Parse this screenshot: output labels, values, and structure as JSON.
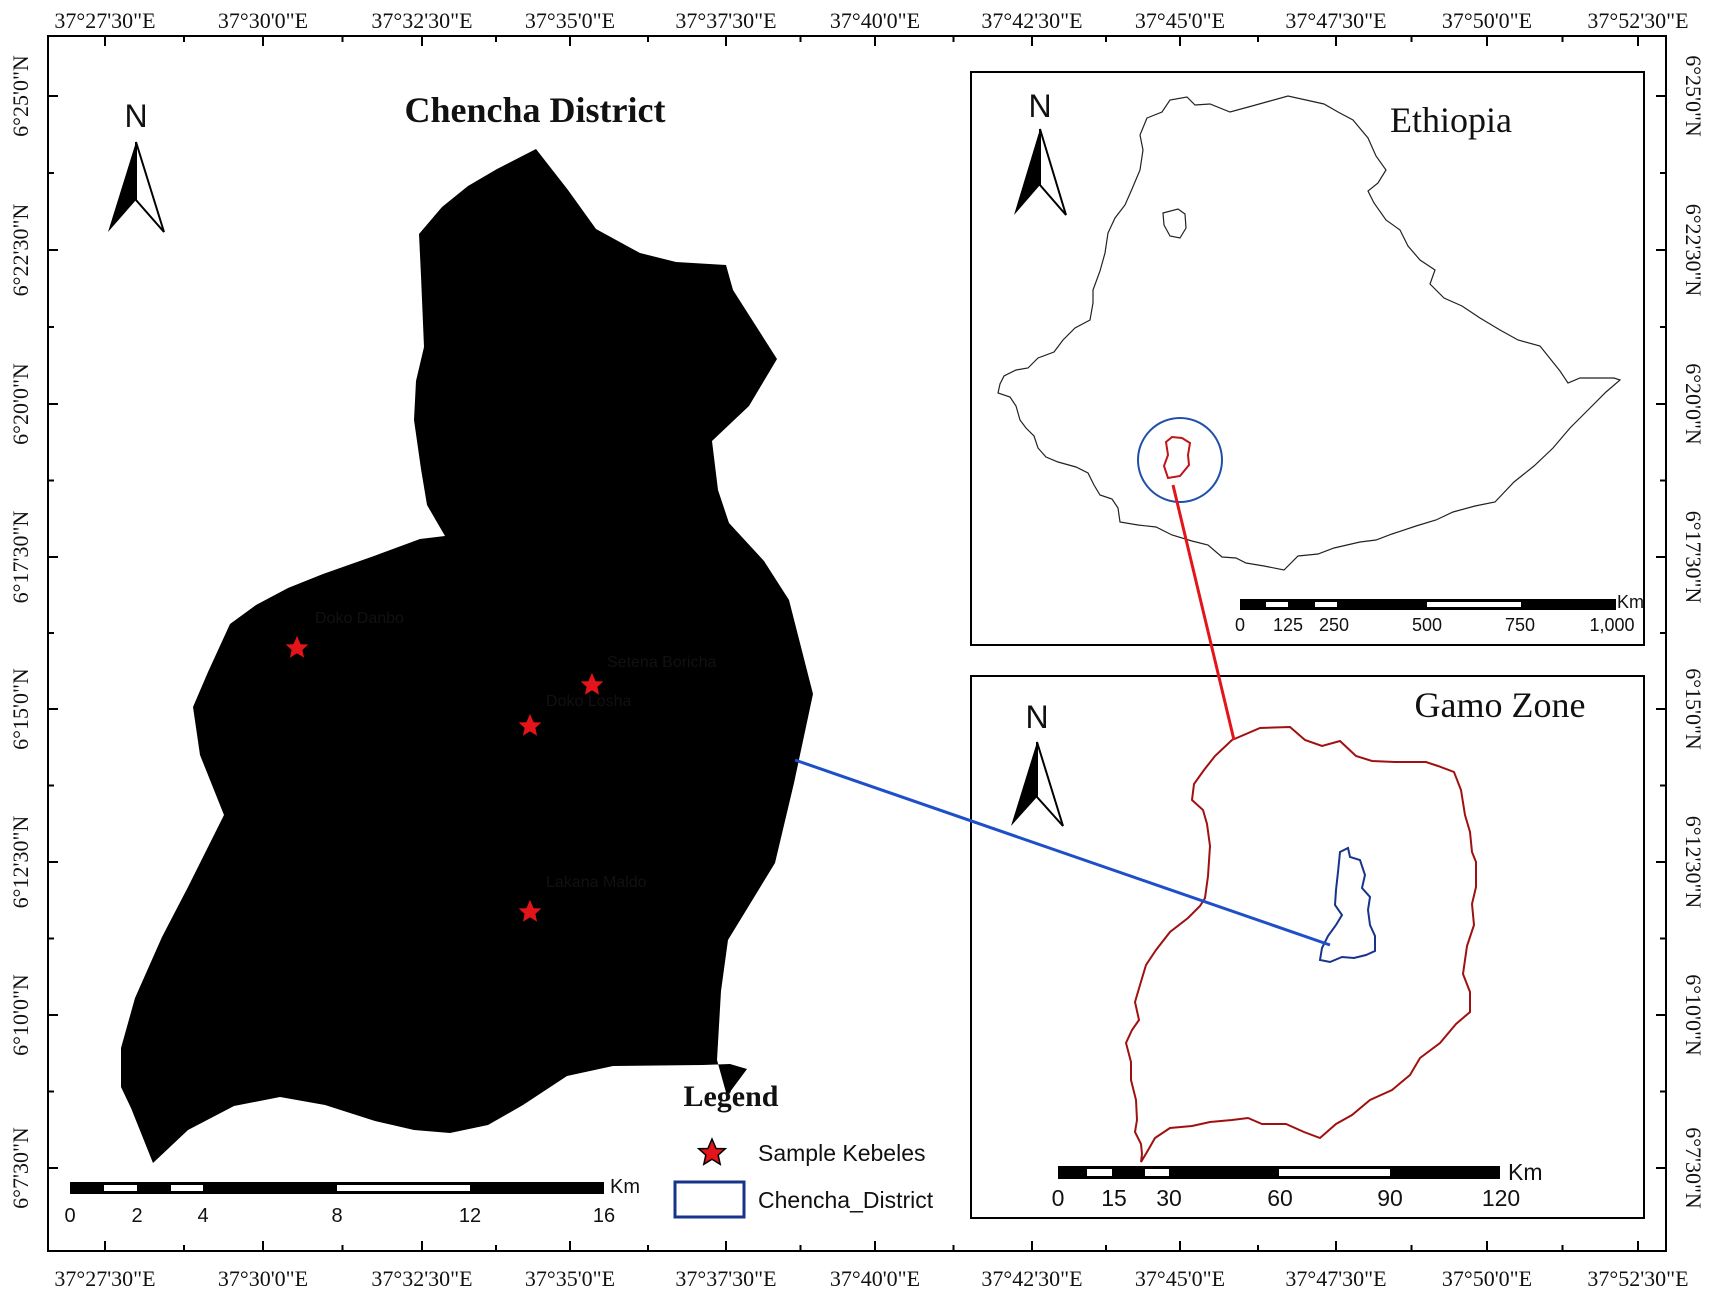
{
  "map": {
    "title": "Chencha District",
    "lon_ticks": [
      "37°27'30\"E",
      "37°30'0\"E",
      "37°32'30\"E",
      "37°35'0\"E",
      "37°37'30\"E",
      "37°40'0\"E",
      "37°42'30\"E",
      "37°45'0\"E",
      "37°47'30\"E",
      "37°50'0\"E",
      "37°52'30\"E"
    ],
    "lat_ticks": [
      "6°25'0\"N",
      "6°22'30\"N",
      "6°20'0\"N",
      "6°17'30\"N",
      "6°15'0\"N",
      "6°12'30\"N",
      "6°10'0\"N",
      "6°7'30\"N"
    ],
    "north_label": "N",
    "kebeles": [
      {
        "name": "Doko Danbo"
      },
      {
        "name": "Setena Boricha"
      },
      {
        "name": "Doko Losha"
      },
      {
        "name": "Lakana Maldo"
      }
    ],
    "scale_main": {
      "unit": "Km",
      "labels": [
        "0",
        "2",
        "4",
        "8",
        "12",
        "16"
      ]
    },
    "boundary_color": "#17348a",
    "kebele_color": "#e4141b"
  },
  "legend": {
    "title": "Legend",
    "items": [
      "Sample Kebeles",
      "Chencha_District"
    ]
  },
  "inset_ethiopia": {
    "title": "Ethiopia",
    "north_label": "N",
    "scale": {
      "unit": "Km",
      "labels": [
        "0",
        "125",
        "250",
        "500",
        "750",
        "1,000"
      ]
    }
  },
  "inset_gamo": {
    "title": "Gamo Zone",
    "north_label": "N",
    "scale": {
      "unit": "Km",
      "labels": [
        "0",
        "15",
        "30",
        "60",
        "90",
        "120"
      ]
    },
    "zone_color": "#a01010"
  }
}
